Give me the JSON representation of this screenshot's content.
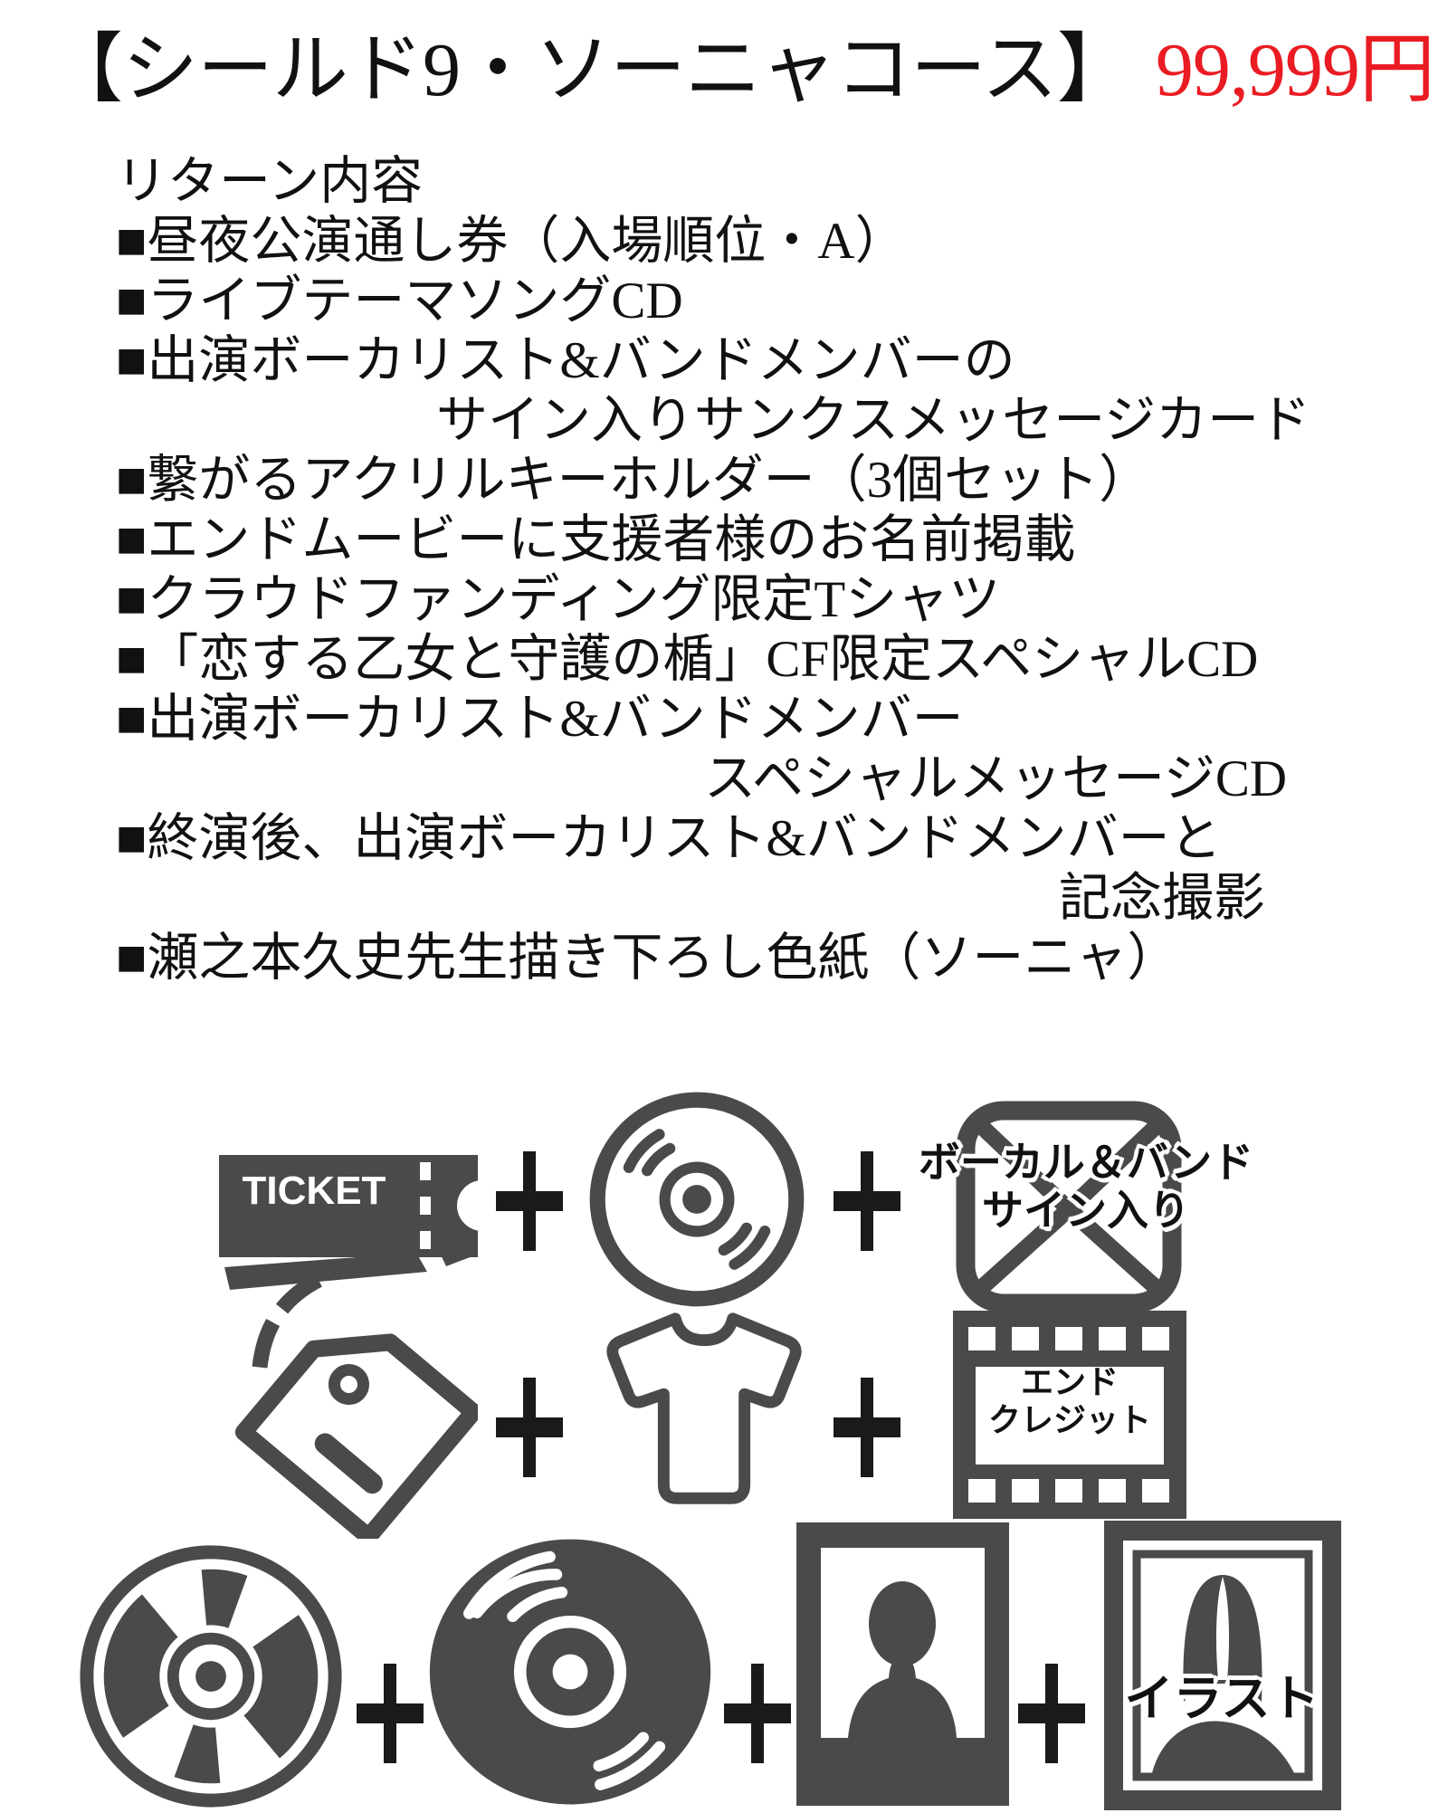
{
  "title": {
    "course": "【シールド9・ソーニャコース】",
    "price": "99,999円"
  },
  "returns": {
    "lines": [
      "リターン内容",
      "■昼夜公演通し券（入場順位・A）",
      "■ライブテーマソングCD",
      "■出演ボーカリスト&バンドメンバーの",
      "サイン入りサンクスメッセージカード",
      "■繋がるアクリルキーホルダー（3個セット）",
      "■エンドムービーに支援者様のお名前掲載",
      "■クラウドファンディング限定Tシャツ",
      "■「恋する乙女と守護の楯」CF限定スペシャルCD",
      "■出演ボーカリスト&バンドメンバー",
      "スペシャルメッセージCD",
      "■終演後、出演ボーカリスト&バンドメンバーと",
      "記念撮影",
      "■瀬之本久史先生描き下ろし色紙（ソーニャ）"
    ]
  },
  "icons": {
    "ticket_label": "TICKET",
    "envelope_label_1": "ボーカル＆バンド",
    "envelope_label_2": "サイン入り",
    "film_label_1": "エンド",
    "film_label_2": "クレジット",
    "frame_label": "イラスト",
    "names": [
      "ticket-icon",
      "cd-icon",
      "signed-envelope-icon",
      "tag-keyholder-icon",
      "tshirt-icon",
      "end-credits-film-icon",
      "data-cd-icon",
      "vinyl-cd-icon",
      "photo-portrait-icon",
      "illustration-frame-icon",
      "plus-icon"
    ]
  },
  "colors": {
    "price_red": "#ea1c23",
    "icon_gray": "#4a4a4c",
    "text_black": "#111111"
  }
}
